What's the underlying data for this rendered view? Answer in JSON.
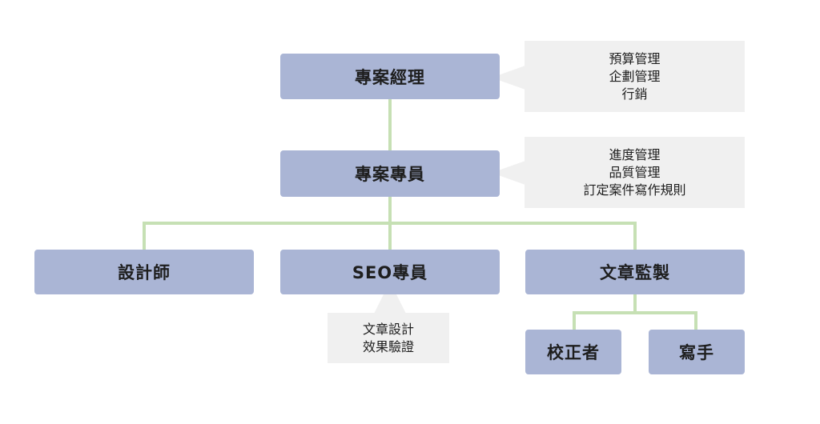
{
  "nodes": {
    "project_manager": "專案經理",
    "project_specialist": "專案專員",
    "designer": "設計師",
    "seo_specialist": "SEO專員",
    "content_supervisor": "文章監製",
    "proofreader": "校正者",
    "writer": "寫手"
  },
  "callouts": {
    "project_manager": [
      "預算管理",
      "企劃管理",
      "行銷"
    ],
    "project_specialist": [
      "進度管理",
      "品質管理",
      "訂定案件寫作規則"
    ],
    "seo_specialist": [
      "文章設計",
      "效果驗證"
    ]
  },
  "colors": {
    "node_fill": "#aab5d5",
    "connector": "#c6e0b4",
    "callout_fill": "#f0f0f0",
    "text": "#1e1e1e"
  }
}
